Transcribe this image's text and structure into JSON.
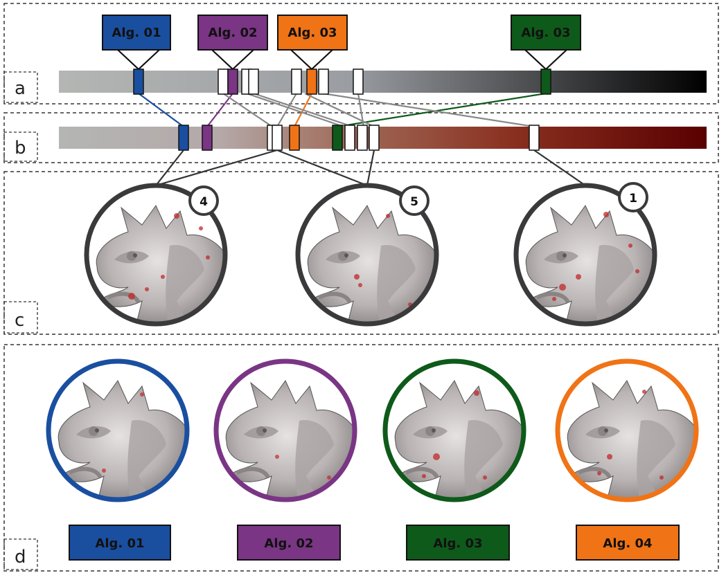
{
  "panels": {
    "a": {
      "letter": "a"
    },
    "b": {
      "letter": "b"
    },
    "c": {
      "letter": "c"
    },
    "d": {
      "letter": "d"
    }
  },
  "top_callouts": [
    {
      "label": "Alg. 01",
      "color": "#1a4fa0"
    },
    {
      "label": "Alg. 02",
      "color": "#7a3584"
    },
    {
      "label": "Alg. 03",
      "color": "#f07316"
    },
    {
      "label": "Alg. 03",
      "color": "#0e5a1a"
    }
  ],
  "zoom_ranks": [
    "4",
    "5",
    "1"
  ],
  "bottom_legend": [
    {
      "label": "Alg. 01",
      "color": "#1a4fa0"
    },
    {
      "label": "Alg. 02",
      "color": "#7a3584"
    },
    {
      "label": "Alg. 03",
      "color": "#0e5a1a"
    },
    {
      "label": "Alg. 04",
      "color": "#f07316"
    }
  ],
  "colors": {
    "dash_border": "#333333",
    "bar_a_start": "#b4b6b4",
    "bar_a_end": "#000000",
    "bar_b_start": "#b4b6b4",
    "bar_b_mid": "#a76a5a",
    "bar_b_end": "#5a0000",
    "ring": "#3a3a3c",
    "marker_white": "#ffffff"
  }
}
